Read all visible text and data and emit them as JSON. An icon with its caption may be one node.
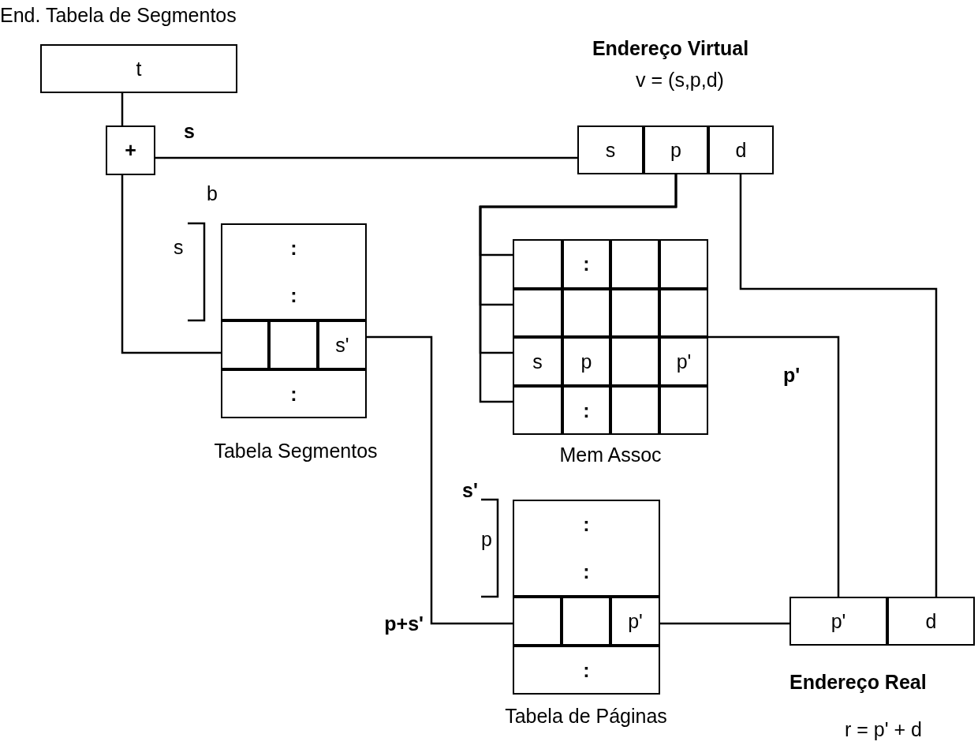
{
  "diagram": {
    "nodes": [
      {
        "text": [
          "t"
        ],
        "beside": [
          "End. Tabela de Segmentos"
        ]
      },
      {
        "text": [
          "+"
        ]
      },
      {
        "text": [],
        "shape": "box",
        "beside": [
          "Endereço Virtual",
          "v = (s,p,d)"
        ]
      },
      {
        "text": [
          "s"
        ],
        "in": 2
      },
      {
        "text": [
          "p"
        ],
        "in": 2
      },
      {
        "text": [
          "d"
        ],
        "in": 2
      },
      {
        "text": [],
        "shape": "box",
        "beside": [
          "Tabela Segmentos"
        ]
      },
      {
        "text": [
          ":",
          ":"
        ],
        "in": 6
      },
      {
        "text": [],
        "shape": "box",
        "in": 6
      },
      {
        "text": [],
        "shape": "box",
        "in": 6
      },
      {
        "text": [
          "s'"
        ],
        "in": 6
      },
      {
        "text": [
          ":"
        ],
        "in": 6
      },
      {
        "text": [],
        "shape": "box",
        "beside": [
          "Mem Assoc"
        ]
      },
      {
        "text": [],
        "shape": "box",
        "in": 12
      },
      {
        "text": [
          ":"
        ],
        "in": 12
      },
      {
        "text": [],
        "shape": "box",
        "in": 12
      },
      {
        "text": [],
        "shape": "box",
        "in": 12
      },
      {
        "text": [],
        "shape": "box",
        "in": 12
      },
      {
        "text": [],
        "shape": "box",
        "in": 12
      },
      {
        "text": [],
        "shape": "box",
        "in": 12
      },
      {
        "text": [],
        "shape": "box",
        "in": 12
      },
      {
        "text": [
          "s"
        ],
        "in": 12
      },
      {
        "text": [
          "p"
        ],
        "in": 12
      },
      {
        "text": [],
        "shape": "box",
        "in": 12
      },
      {
        "text": [
          "p'"
        ],
        "in": 12
      },
      {
        "text": [],
        "shape": "box",
        "in": 12
      },
      {
        "text": [
          ":"
        ],
        "in": 12
      },
      {
        "text": [],
        "shape": "box",
        "in": 12
      },
      {
        "text": [],
        "shape": "box",
        "in": 12
      },
      {
        "text": [],
        "shape": "box",
        "beside": [
          "Tabela de Páginas"
        ]
      },
      {
        "text": [
          ":",
          ":"
        ],
        "in": 29
      },
      {
        "text": [],
        "shape": "box",
        "in": 29
      },
      {
        "text": [],
        "shape": "box",
        "in": 29
      },
      {
        "text": [
          "p'"
        ],
        "in": 29
      },
      {
        "text": [
          ":"
        ],
        "in": 29
      },
      {
        "text": [],
        "shape": "box",
        "beside": [
          "Endereço Real",
          "r = p' + d"
        ]
      },
      {
        "text": [
          "p'"
        ],
        "in": 35
      },
      {
        "text": [
          "d"
        ],
        "in": 35
      }
    ],
    "edges": [
      {
        "from": 0,
        "to": 1,
        "arrow": "none"
      },
      {
        "from": 1,
        "to": 3,
        "arrow": "none",
        "label": "s"
      },
      {
        "from": 1,
        "to": 8,
        "arrow": "none"
      },
      {
        "from": 4,
        "to": 13,
        "arrow": "none"
      },
      {
        "from": 4,
        "to": 17,
        "arrow": "none"
      },
      {
        "from": 4,
        "to": 21,
        "arrow": "none"
      },
      {
        "from": 4,
        "to": 25,
        "arrow": "none"
      },
      {
        "from": 10,
        "to": 31,
        "arrow": "none",
        "label": "p+s'"
      },
      {
        "from": 24,
        "to": 36,
        "arrow": "none",
        "label": "p'"
      },
      {
        "from": 5,
        "to": 37,
        "arrow": "none"
      },
      {
        "from": 33,
        "to": 36,
        "arrow": "none"
      }
    ],
    "labels": [
      "b",
      "s",
      "s'",
      "p"
    ]
  }
}
